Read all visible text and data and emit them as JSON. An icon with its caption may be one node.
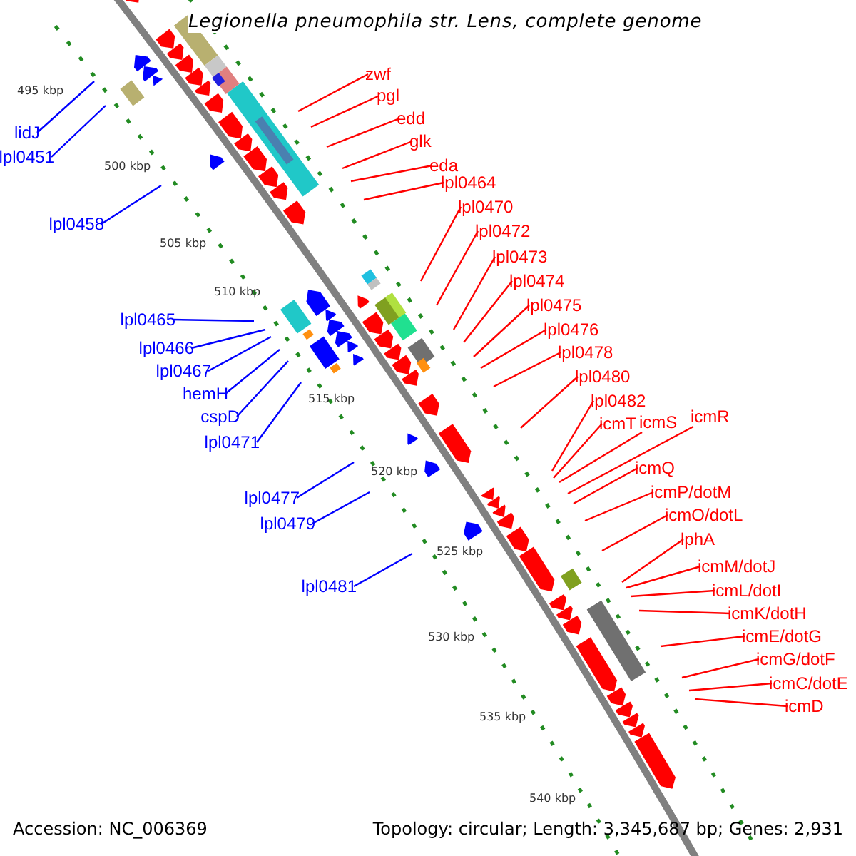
{
  "diagram": {
    "title": "Legionella pneumophila str. Lens, complete genome",
    "nodes": [
      {
        "text": [
          "lidJ"
        ]
      },
      {
        "text": [
          "lpl0451"
        ]
      },
      {
        "text": [
          "lpl0458"
        ]
      },
      {
        "text": [
          "lpl0465"
        ]
      },
      {
        "text": [
          "lpl0466"
        ]
      },
      {
        "text": [
          "lpl0467"
        ]
      },
      {
        "text": [
          "hemH"
        ]
      },
      {
        "text": [
          "cspD"
        ]
      },
      {
        "text": [
          "lpl0471"
        ]
      },
      {
        "text": [
          "lpl0477"
        ]
      },
      {
        "text": [
          "lpl0479"
        ]
      },
      {
        "text": [
          "lpl0481"
        ]
      },
      {
        "text": [
          "zwf"
        ]
      },
      {
        "text": [
          "pgl"
        ]
      },
      {
        "text": [
          "edd"
        ]
      },
      {
        "text": [
          "glk"
        ]
      },
      {
        "text": [
          "eda"
        ]
      },
      {
        "text": [
          "lpl0464"
        ]
      },
      {
        "text": [
          "lpl0470"
        ]
      },
      {
        "text": [
          "lpl0472"
        ]
      },
      {
        "text": [
          "lpl0473"
        ]
      },
      {
        "text": [
          "lpl0474"
        ]
      },
      {
        "text": [
          "lpl0475"
        ]
      },
      {
        "text": [
          "lpl0476"
        ]
      },
      {
        "text": [
          "lpl0478"
        ]
      },
      {
        "text": [
          "lpl0480"
        ]
      },
      {
        "text": [
          "lpl0482"
        ]
      },
      {
        "text": [
          "icmT"
        ]
      },
      {
        "text": [
          "icmS"
        ]
      },
      {
        "text": [
          "icmR"
        ]
      },
      {
        "text": [
          "icmQ"
        ]
      },
      {
        "text": [
          "icmP/dotM"
        ]
      },
      {
        "text": [
          "icmO/dotL"
        ]
      },
      {
        "text": [
          "lphA"
        ]
      },
      {
        "text": [
          "icmM/dotJ"
        ]
      },
      {
        "text": [
          "icmL/dotI"
        ]
      },
      {
        "text": [
          "icmK/dotH"
        ]
      },
      {
        "text": [
          "icmE/dotG"
        ]
      },
      {
        "text": [
          "icmG/dotF"
        ]
      },
      {
        "text": [
          "icmC/dotE"
        ]
      },
      {
        "text": [
          "icmD"
        ]
      }
    ],
    "edges": [
      {
        "from": 0,
        "to": null,
        "arrow": "none",
        "color": "#0000ff"
      },
      {
        "from": 1,
        "to": null,
        "arrow": "none",
        "color": "#0000ff"
      },
      {
        "from": 2,
        "to": null,
        "arrow": "none",
        "color": "#0000ff"
      },
      {
        "from": 3,
        "to": null,
        "arrow": "none",
        "color": "#0000ff"
      },
      {
        "from": 4,
        "to": null,
        "arrow": "none",
        "color": "#0000ff"
      },
      {
        "from": 5,
        "to": null,
        "arrow": "none",
        "color": "#0000ff"
      },
      {
        "from": 6,
        "to": null,
        "arrow": "none",
        "color": "#0000ff"
      },
      {
        "from": 7,
        "to": null,
        "arrow": "none",
        "color": "#0000ff"
      },
      {
        "from": 8,
        "to": null,
        "arrow": "none",
        "color": "#0000ff"
      },
      {
        "from": 9,
        "to": null,
        "arrow": "none",
        "color": "#0000ff"
      },
      {
        "from": 10,
        "to": null,
        "arrow": "none",
        "color": "#0000ff"
      },
      {
        "from": 11,
        "to": null,
        "arrow": "none",
        "color": "#0000ff"
      },
      {
        "from": 12,
        "to": null,
        "arrow": "none"
      },
      {
        "from": 13,
        "to": null,
        "arrow": "none"
      },
      {
        "from": 14,
        "to": null,
        "arrow": "none"
      },
      {
        "from": 15,
        "to": null,
        "arrow": "none"
      },
      {
        "from": 16,
        "to": null,
        "arrow": "none"
      },
      {
        "from": 17,
        "to": null,
        "arrow": "none"
      },
      {
        "from": 18,
        "to": null,
        "arrow": "none"
      },
      {
        "from": 19,
        "to": null,
        "arrow": "none"
      },
      {
        "from": 20,
        "to": null,
        "arrow": "none"
      },
      {
        "from": 21,
        "to": null,
        "arrow": "none"
      },
      {
        "from": 22,
        "to": null,
        "arrow": "none"
      },
      {
        "from": 23,
        "to": null,
        "arrow": "none"
      },
      {
        "from": 24,
        "to": null,
        "arrow": "none"
      },
      {
        "from": 25,
        "to": null,
        "arrow": "none"
      },
      {
        "from": 26,
        "to": null,
        "arrow": "none"
      },
      {
        "from": 27,
        "to": null,
        "arrow": "none"
      },
      {
        "from": 28,
        "to": null,
        "arrow": "none"
      },
      {
        "from": 29,
        "to": null,
        "arrow": "none"
      },
      {
        "from": 30,
        "to": null,
        "arrow": "none"
      },
      {
        "from": 31,
        "to": null,
        "arrow": "none"
      },
      {
        "from": 32,
        "to": null,
        "arrow": "none"
      },
      {
        "from": 33,
        "to": null,
        "arrow": "none"
      },
      {
        "from": 34,
        "to": null,
        "arrow": "none"
      },
      {
        "from": 35,
        "to": null,
        "arrow": "none"
      },
      {
        "from": 36,
        "to": null,
        "arrow": "none"
      },
      {
        "from": 37,
        "to": null,
        "arrow": "none"
      },
      {
        "from": 38,
        "to": null,
        "arrow": "none"
      },
      {
        "from": 39,
        "to": null,
        "arrow": "none"
      },
      {
        "from": 40,
        "to": null,
        "arrow": "none"
      }
    ],
    "labels": [
      "495 kbp",
      "500 kbp",
      "505 kbp",
      "510 kbp",
      "515 kbp",
      "520 kbp",
      "525 kbp",
      "530 kbp",
      "535 kbp",
      "540 kbp",
      "Accession: NC_006369",
      "Topology: circular; Length: 3,345,687 bp; Genes: 2,931"
    ]
  }
}
